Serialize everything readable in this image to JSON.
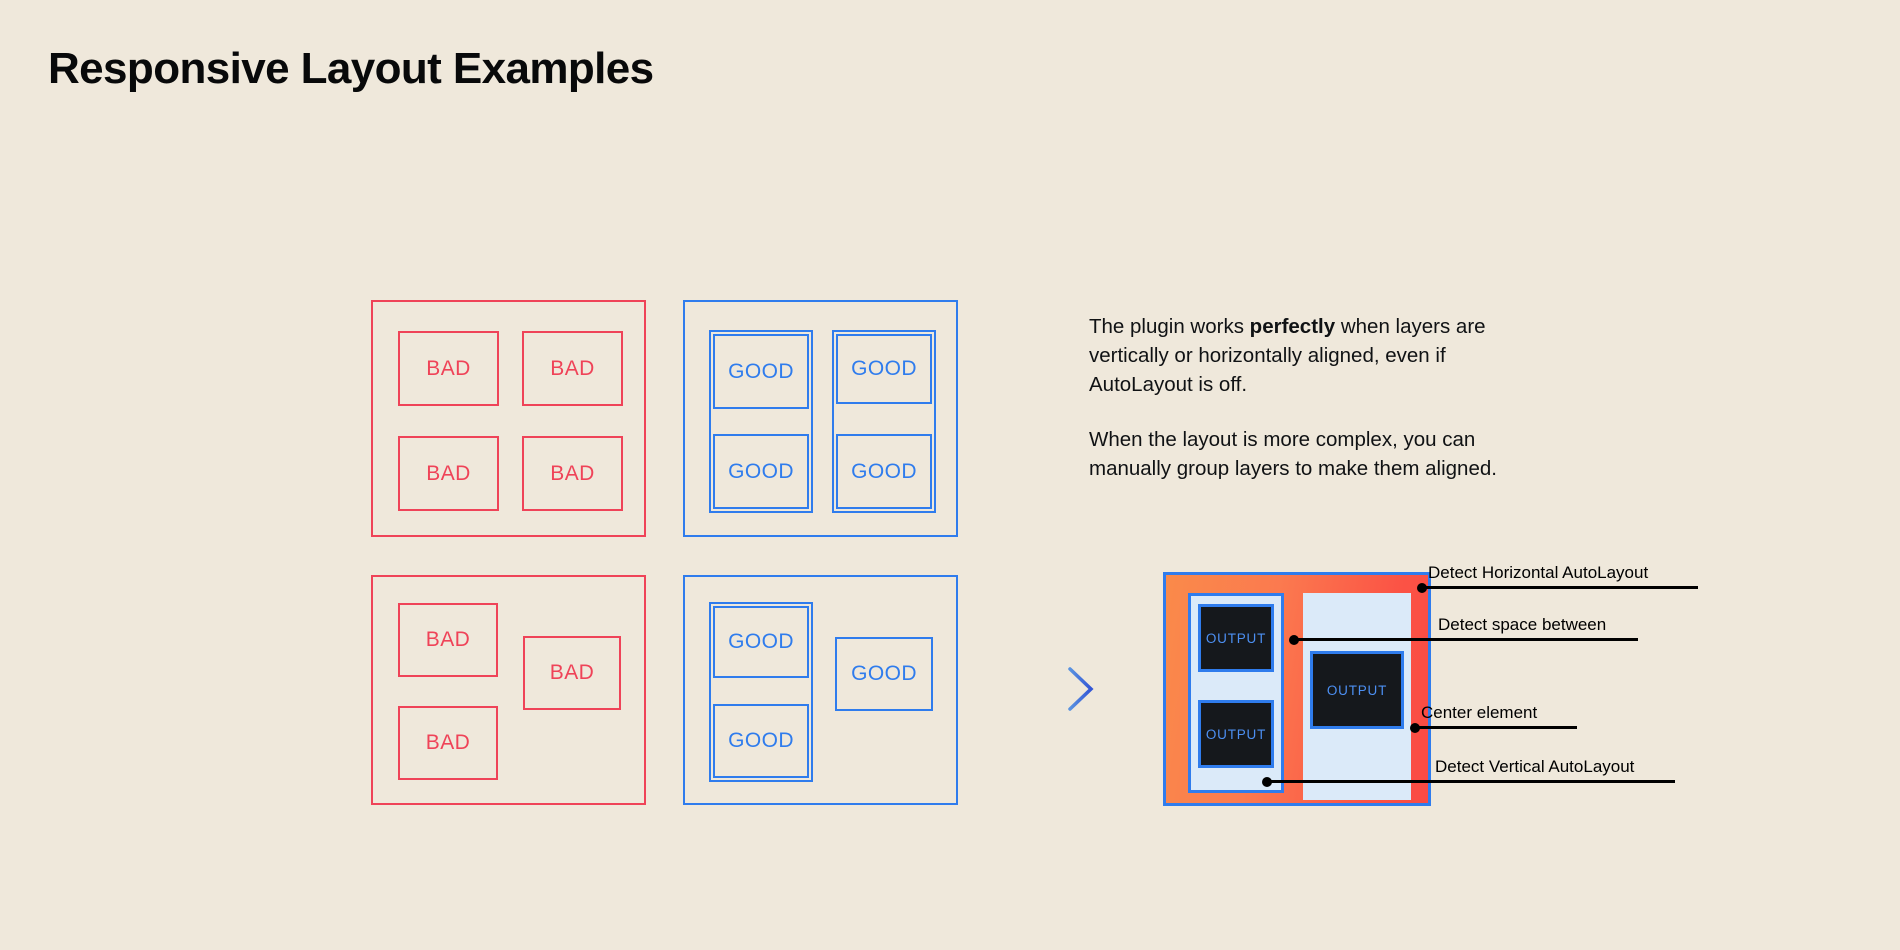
{
  "page": {
    "title": "Responsive Layout Examples",
    "background_color": "#efe8db"
  },
  "colors": {
    "bad": "#ef4358",
    "good": "#2f7ced",
    "text": "#101214",
    "output_dark": "#15181c",
    "output_light_blue": "#dbeaf9",
    "output_orange": "#fa8a4a",
    "output_red": "#fa4a44"
  },
  "examples": [
    {
      "id": "bad-grid",
      "kind": "bad",
      "label": "BAD",
      "description": "2 by 2 ungrouped grid",
      "boxes": [
        {
          "label": "BAD"
        },
        {
          "label": "BAD"
        },
        {
          "label": "BAD"
        },
        {
          "label": "BAD"
        }
      ]
    },
    {
      "id": "good-grid",
      "kind": "good",
      "label": "GOOD",
      "description": "2 by 2 grid with vertical column groups",
      "boxes": [
        {
          "label": "GOOD"
        },
        {
          "label": "GOOD"
        },
        {
          "label": "GOOD"
        },
        {
          "label": "GOOD"
        }
      ]
    },
    {
      "id": "bad-complex",
      "kind": "bad",
      "label": "BAD",
      "description": "complex ungrouped layout",
      "boxes": [
        {
          "label": "BAD"
        },
        {
          "label": "BAD"
        },
        {
          "label": "BAD"
        }
      ]
    },
    {
      "id": "good-complex",
      "kind": "good",
      "label": "GOOD",
      "description": "complex layout with manual group",
      "boxes": [
        {
          "label": "GOOD"
        },
        {
          "label": "GOOD"
        },
        {
          "label": "GOOD"
        }
      ]
    }
  ],
  "arrow": {
    "icon": "dashed-arrow-right-icon",
    "color": "#2f7ced"
  },
  "description": {
    "paragraph1_before": "The plugin works ",
    "paragraph1_bold": "perfectly",
    "paragraph1_after": " when layers are vertically or horizontally aligned, even if AutoLayout is off.",
    "paragraph2": "When the layout is more complex, you can manually group layers to make them aligned."
  },
  "output_mock": {
    "boxes": [
      {
        "label": "OUTPUT"
      },
      {
        "label": "OUTPUT"
      },
      {
        "label": "OUTPUT"
      }
    ],
    "callouts": [
      {
        "label": "Detect Horizontal AutoLayout"
      },
      {
        "label": "Detect space between"
      },
      {
        "label": "Center element"
      },
      {
        "label": "Detect Vertical AutoLayout"
      }
    ]
  }
}
